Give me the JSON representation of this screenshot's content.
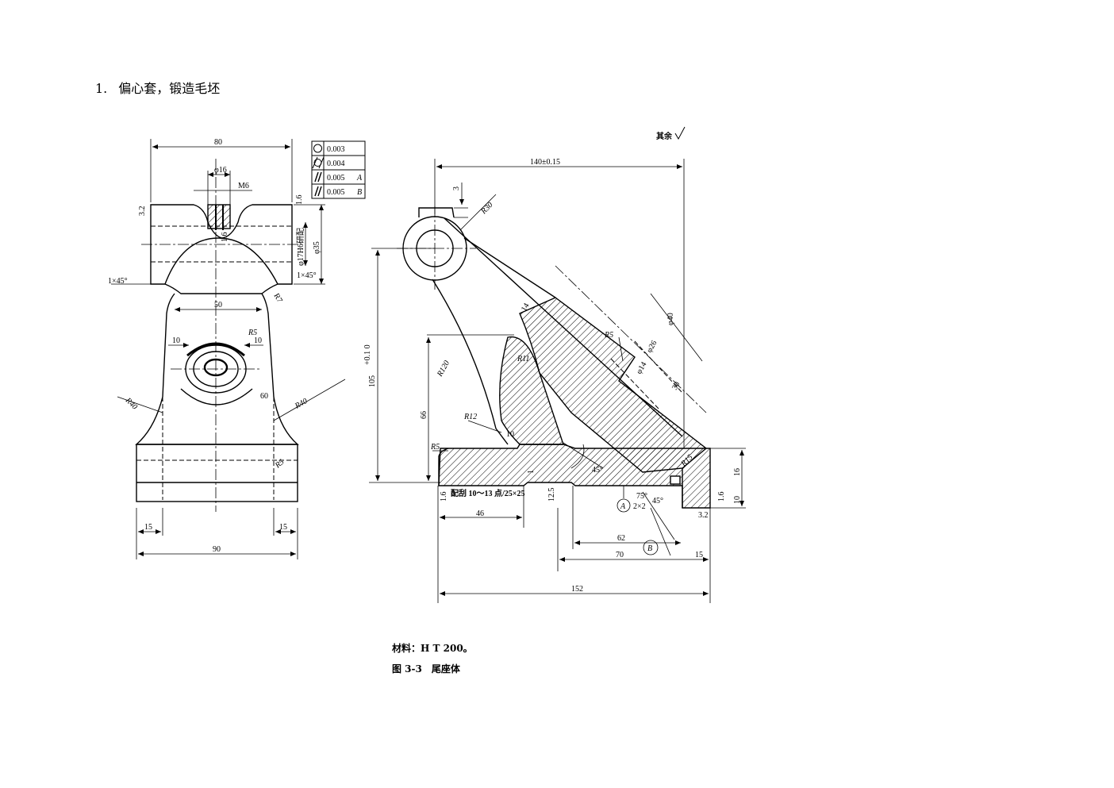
{
  "heading": {
    "number": "1.",
    "text": "偏心套，锻造毛坯"
  },
  "surface_note": "其余",
  "tolerance_frame": [
    {
      "symbol": "circularity",
      "value": "0.003",
      "datum": ""
    },
    {
      "symbol": "cylindricity",
      "value": "0.004",
      "datum": ""
    },
    {
      "symbol": "parallelism",
      "value": "0.005",
      "datum": "A"
    },
    {
      "symbol": "parallelism",
      "value": "0.005",
      "datum": "B"
    }
  ],
  "front_view": {
    "dims": {
      "top_width": "80",
      "phi16": "φ16",
      "thread": "M6",
      "chamfer_left": "1×45°",
      "chamfer_right": "1×45°",
      "bore": "φ17H6研配",
      "outer": "φ35",
      "neck": "50",
      "r7": "R7",
      "r5_inner": "R5",
      "ten_l": "10",
      "ten_r": "10",
      "sixty": "60",
      "r40_l": "R40",
      "r40_r": "R40",
      "r5_base": "R5",
      "fifteen_l": "15",
      "fifteen_r": "15",
      "base_width": "90",
      "ra_left": "3.2",
      "ra_right": "1.6",
      "ra_top": "1.6"
    }
  },
  "side_view": {
    "dims": {
      "span": "140±0.15",
      "three": "3",
      "r30": "R30",
      "height": "105",
      "height_tol": "+0.1 0",
      "r120": "R120",
      "sixty_six": "66",
      "r11": "R11",
      "fourteen": "14",
      "r5_top": "R5",
      "r12": "R12",
      "ten": "10",
      "r5_base": "R5",
      "phi40": "φ40",
      "phi26": "φ26",
      "phi14": "φ14",
      "thirty": "30",
      "angle45": "45°",
      "r15": "R15",
      "sixteen": "16",
      "ten_side": "10",
      "one": "1",
      "mating_note": "配刮 10～13 点/25×25",
      "fortysix": "46",
      "datum_a": "A",
      "chamfer": "2×2",
      "seventyfive": "75°",
      "fortyfive_small": "45°",
      "sixtytwo": "62",
      "seventy": "70",
      "datum_b": "B",
      "fifteen": "15",
      "total": "152",
      "ra_a": "1.6",
      "ra_b": "12.5",
      "ra_c": "3.2",
      "ra_d": "1.6"
    }
  },
  "caption": {
    "material": "材料：H T 200。",
    "figure": "图 3-3　尾座体"
  }
}
